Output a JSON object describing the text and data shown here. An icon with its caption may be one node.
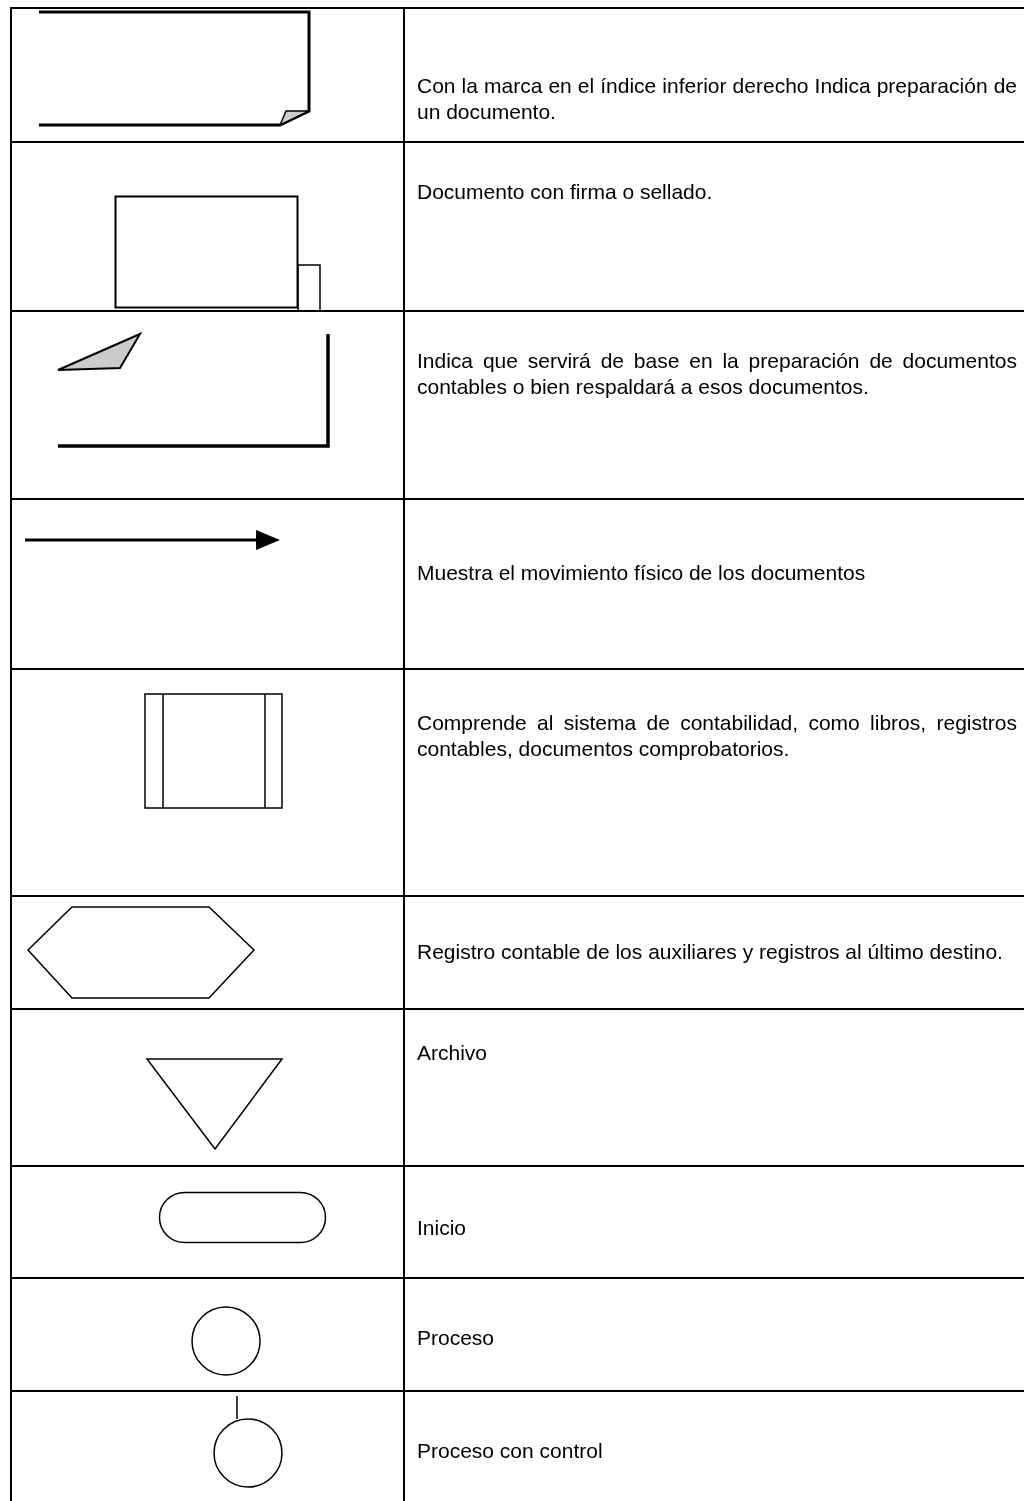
{
  "diagram": {
    "labels": [
      "Con la marca en el índice inferior derecho Indica preparación de un documento.",
      "Documento con firma o sellado.",
      "Indica que servirá de base en la preparación de documentos contables o bien respaldará a esos documentos.",
      "Muestra el movimiento físico de los documentos",
      "Comprende al sistema de contabilidad, como libros, registros contables, documentos comprobatorios.",
      "Registro contable de los auxiliares y registros al último destino.",
      "Archivo",
      "Inicio",
      "Proceso",
      "Proceso con control"
    ]
  }
}
